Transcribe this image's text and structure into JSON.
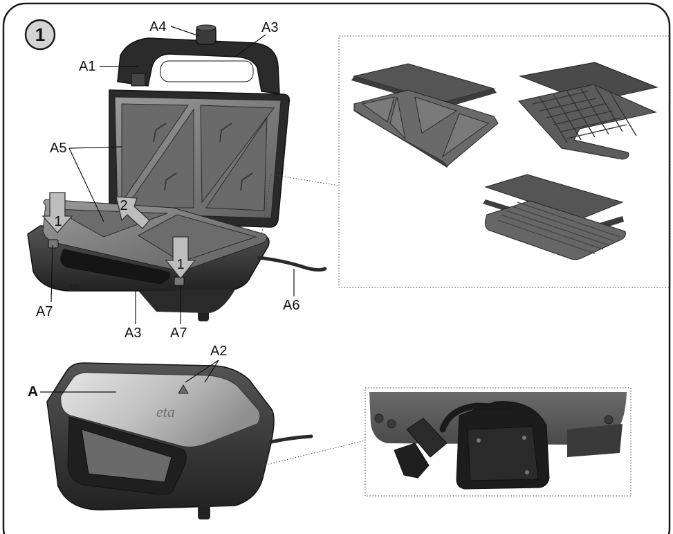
{
  "figure_number": "1",
  "brand_logo_text": "eta",
  "labels": {
    "a4": "A4",
    "a3_top": "A3",
    "a1": "A1",
    "a5": "A5",
    "step1_left": "1",
    "step2": "2",
    "step1_right": "1",
    "a7_left": "A7",
    "a3_bottom": "A3",
    "a7_right": "A7",
    "a6": "A6",
    "a2": "A2",
    "a": "A"
  },
  "colors": {
    "frame": "#1a1a1a",
    "body_dark": "#3a3a3a",
    "plate_gray": "#6f6f6f",
    "plate_light": "#9a9a9a",
    "lid_steel": "#c8c8c8",
    "arrow_fill": "#bdbdbd"
  }
}
